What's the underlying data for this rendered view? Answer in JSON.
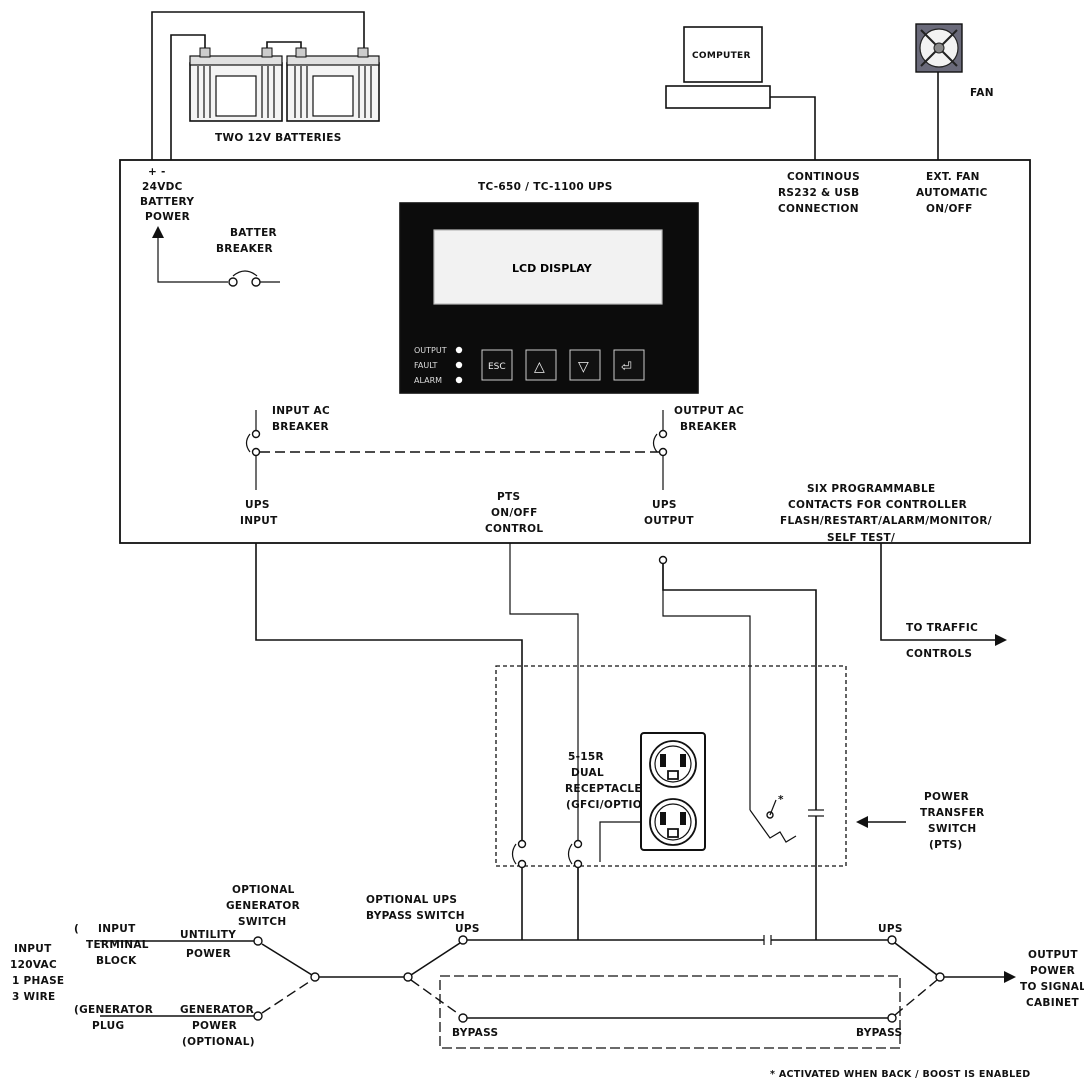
{
  "labels": {
    "batteries": "TWO 12V BATTERIES",
    "computer": "COMPUTER",
    "fan": "FAN",
    "polarity": "+  -",
    "battery_power": [
      "24VDC",
      "BATTERY",
      "POWER"
    ],
    "batter_breaker": [
      "BATTER",
      "BREAKER"
    ],
    "ups_title": "TC-650 / TC-1100     UPS",
    "rs232": [
      "CONTINOUS",
      "RS232 & USB",
      "CONNECTION"
    ],
    "ext_fan": [
      "EXT.  FAN",
      "AUTOMATIC",
      "ON/OFF"
    ],
    "lcd": "LCD DISPLAY",
    "leds": [
      "OUTPUT",
      "FAULT",
      "ALARM"
    ],
    "keys": [
      "ESC",
      "△",
      "▽",
      "⏎"
    ],
    "input_ac_breaker": [
      "INPUT AC",
      "BREAKER"
    ],
    "output_ac_breaker": [
      "OUTPUT AC",
      "BREAKER"
    ],
    "ups_input": [
      "UPS",
      "INPUT"
    ],
    "pts_control": [
      "PTS",
      "ON/OFF",
      "CONTROL"
    ],
    "ups_output": [
      "UPS",
      "OUTPUT"
    ],
    "six_contacts": [
      "SIX  PROGRAMMABLE",
      "CONTACTS FOR CONTROLLER",
      "FLASH/RESTART/ALARM/MONITOR/",
      "SELF TEST/"
    ],
    "to_traffic": [
      "TO TRAFFIC",
      "CONTROLS"
    ],
    "receptacle": [
      "5-15R",
      "DUAL",
      "RECEPTACLE",
      "(GFCI/OPTIONAL)"
    ],
    "pts": [
      "POWER",
      "TRANSFER",
      "SWITCH",
      "(PTS)"
    ],
    "input_120": [
      "INPUT",
      "120VAC",
      "1 PHASE",
      "3 WIRE"
    ],
    "input_terminal": [
      "INPUT",
      "TERMINAL",
      "BLOCK"
    ],
    "generator_plug": [
      "(GENERATOR",
      "PLUG"
    ],
    "utility_power": [
      "UNTILITY",
      "POWER"
    ],
    "generator_power": [
      "GENERATOR",
      "POWER",
      "(OPTIONAL)"
    ],
    "optional_gen_switch": [
      "OPTIONAL",
      "GENERATOR",
      "SWITCH"
    ],
    "optional_bypass": [
      "OPTIONAL  UPS",
      "BYPASS  SWITCH"
    ],
    "ups_left": "UPS",
    "ups_right": "UPS",
    "bypass_left": "BYPASS",
    "bypass_right": "BYPASS",
    "output_power": [
      "OUTPUT",
      "POWER",
      "TO SIGNAL",
      "CABINET"
    ],
    "asterisk": "*",
    "footnote": "* ACTIVATED  WHEN  BACK /  BOOST  IS  ENABLED"
  }
}
